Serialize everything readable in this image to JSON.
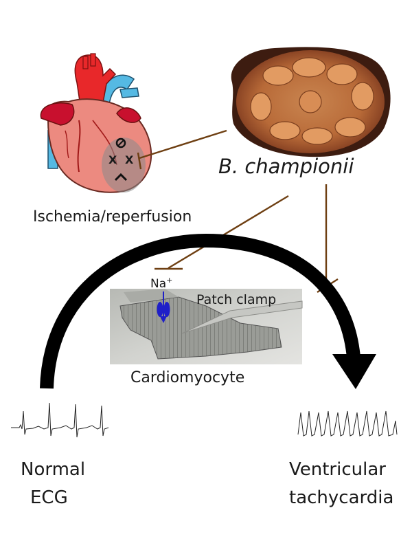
{
  "labels": {
    "herb": "B. championii",
    "ischemia": "Ischemia/reperfusion",
    "ion": "Na",
    "ion_charge": "+",
    "patch_clamp": "Patch clamp",
    "cell": "Cardiomyocyte",
    "normal_1": "Normal",
    "normal_2": "ECG",
    "vt_1": "Ventricular",
    "vt_2": "tachycardia"
  },
  "colors": {
    "herb_text": "#6b4219",
    "inhibition_line": "#6e3f12",
    "ion_channel": "#1f1fc8",
    "arrow": "#000000",
    "heart": "#ec8a80",
    "aorta": "#e8282a",
    "vessels": "#55b9e3"
  },
  "icons": {
    "heart": "heart-illustration-icon",
    "stem": "plant-stem-cross-section-image",
    "cell": "cardiomyocyte-micrograph",
    "channel": "sodium-channel-icon"
  }
}
